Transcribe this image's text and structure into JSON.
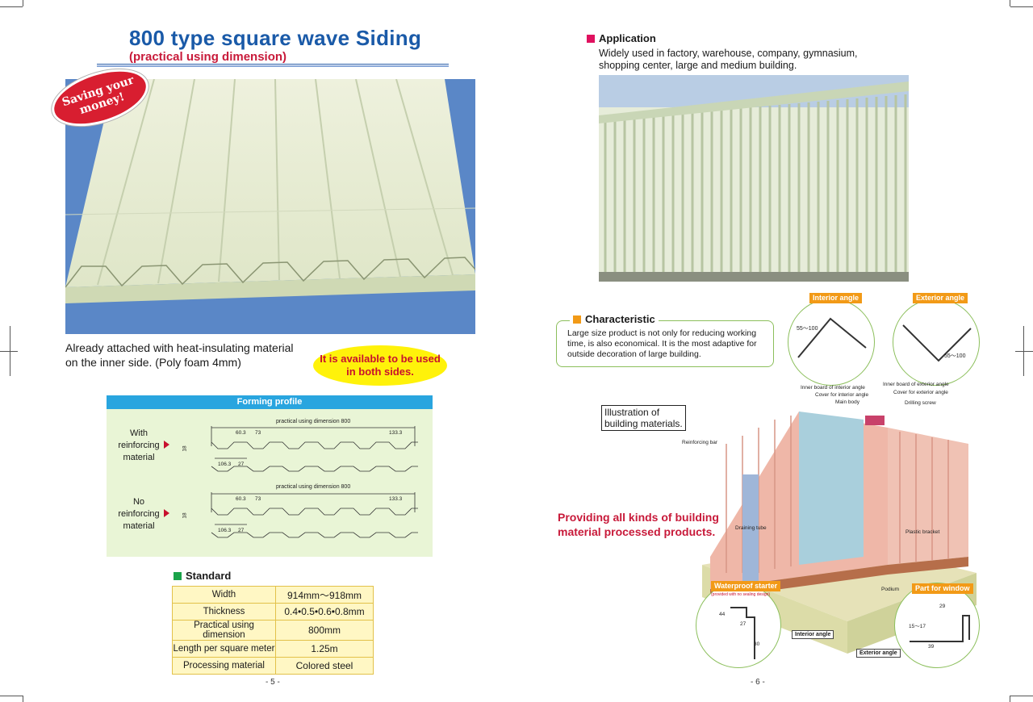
{
  "left_page": {
    "title": "800 type square wave Siding",
    "subtitle": "(practical using dimension)",
    "badge": "Saving your money!",
    "note": "Already attached with heat-insulating material on the inner side. (Poly foam 4mm)",
    "note_line1": "Already attached with heat-insulating material",
    "note_line2": "on the inner side. (Poly foam 4mm)",
    "both_sides_line1": "It is available to be used",
    "both_sides_line2": "in both sides.",
    "forming_profile": {
      "header": "Forming profile",
      "profiles": [
        {
          "label_lines": [
            "With",
            "reinforcing",
            "material"
          ],
          "dimension_caption": "practical using dimension 800",
          "dims": {
            "pitch1": "60.3",
            "pitch2": "73",
            "end": "133.3",
            "height": "18",
            "base": "106.3",
            "web": "27"
          }
        },
        {
          "label_lines": [
            "No",
            "reinforcing",
            "material"
          ],
          "dimension_caption": "practical using dimension 800",
          "dims": {
            "pitch1": "60.3",
            "pitch2": "73",
            "end": "133.3",
            "height": "18",
            "base": "106.3",
            "web": "27"
          }
        }
      ]
    },
    "standard": {
      "heading": "Standard",
      "rows": [
        {
          "key": "Width",
          "value": "914mm～918mm"
        },
        {
          "key": "Thickness",
          "value": "0.4•0.5•0.6•0.8mm"
        },
        {
          "key": "Practical using dimension",
          "value": "800mm"
        },
        {
          "key": "Length per square meter",
          "value": "1.25m"
        },
        {
          "key": "Processing material",
          "value": "Colored steel"
        }
      ]
    },
    "page_number": "- 5 -"
  },
  "right_page": {
    "application": {
      "heading": "Application",
      "text_line1": "Widely used in factory, warehouse, company, gymnasium,",
      "text_line2": "shopping center, large and medium building."
    },
    "characteristic": {
      "heading": "Characteristic",
      "text_line1": "Large size product is not only for reducing working",
      "text_line2": "time, is also economical. It is the most adaptive for",
      "text_line3": "outside decoration of large building."
    },
    "illustration_label_line1": "Illustration of",
    "illustration_label_line2": "building materials.",
    "providing_line1": "Providing all kinds of building",
    "providing_line2": "material processed products.",
    "callouts": {
      "interior_angle": "Interior angle",
      "interior_dim": "55～100",
      "exterior_angle": "Exterior angle",
      "exterior_dim": "55～100",
      "waterproof_starter": "Waterproof starter",
      "waterproof_sub": "(provided with no sealing design)",
      "waterproof_dims": {
        "a": "44",
        "b": "27",
        "c": "30"
      },
      "part_for_window": "Part for window",
      "window_dims": {
        "a": "29",
        "b": "15～17",
        "c": "39"
      }
    },
    "diagram_labels": {
      "inner_board_interior": "Inner board of interior angle",
      "cover_interior": "Cover for interior angle",
      "main_body": "Main body",
      "inner_board_exterior": "Inner board of exterior angle",
      "cover_exterior": "Cover for exterior angle",
      "drilling_screw": "Drilling screw",
      "reinforcing_bar": "Reinforcing bar",
      "draining_tube": "Draining tube",
      "plastic_bracket": "Plastic bracket",
      "podium": "Podium",
      "interior_angle_label": "Interior angle",
      "exterior_angle_label": "Exterior angle"
    },
    "page_number": "- 6 -"
  },
  "colors": {
    "title_blue": "#1a5aa8",
    "accent_red": "#c81a3a",
    "header_cyan": "#29a5df",
    "profile_bg": "#e9f5d6",
    "table_bg": "#fff7c4",
    "badge_red": "#d81e30",
    "highlight_yellow": "#fff20a",
    "orange_tag": "#f29a17",
    "green_square": "#1aa34a",
    "pink_square": "#e0115f"
  }
}
